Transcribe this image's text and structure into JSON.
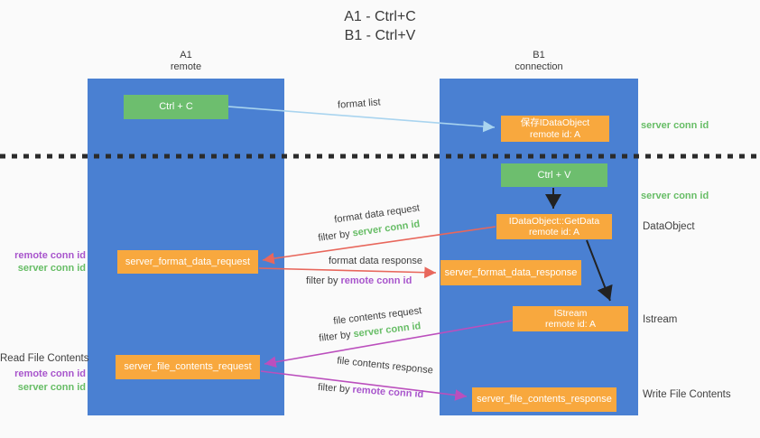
{
  "title": {
    "line1": "A1 - Ctrl+C",
    "line2": "B1 - Ctrl+V"
  },
  "lanes": {
    "left": {
      "name": "A1",
      "subtitle": "remote"
    },
    "right": {
      "name": "B1",
      "subtitle": "connection"
    }
  },
  "nodes": {
    "ctrl_c": {
      "label": "Ctrl + C"
    },
    "ctrl_v": {
      "label": "Ctrl + V"
    },
    "save_idataobject": {
      "line1": "保存IDataObject",
      "line2": "remote id: A"
    },
    "idataobject_getdata": {
      "line1": "IDataObject::GetData",
      "line2": "remote id: A"
    },
    "istream": {
      "line1": "IStream",
      "line2": "remote id: A"
    },
    "server_format_data_request": {
      "label": "server_format_data_request"
    },
    "server_format_data_response": {
      "label": "server_format_data_response"
    },
    "server_file_contents_request": {
      "label": "server_file_contents_request"
    },
    "server_file_contents_response": {
      "label": "server_file_contents_response"
    }
  },
  "arrow_labels": {
    "format_list": "format list",
    "format_data_request": "format data request",
    "format_data_response": "format data response",
    "file_contents_request": "file contents request",
    "file_contents_response": "file contents response",
    "filter_by": "filter by",
    "server_conn_id": "server conn id",
    "remote_conn_id": "remote conn id"
  },
  "side_labels": {
    "left": {
      "remote_conn_id_1": "remote conn id",
      "server_conn_id_1": "server conn id",
      "read_file_contents": "Read File Contents",
      "remote_conn_id_2": "remote conn id",
      "server_conn_id_2": "server conn id"
    },
    "right": {
      "server_conn_id_1": "server conn id",
      "server_conn_id_2": "server conn id",
      "dataobject": "DataObject",
      "istream": "Istream",
      "write_file_contents": "Write File Contents"
    }
  },
  "colors": {
    "background": "#fafafa",
    "lane_blue": "#4a80d2",
    "box_green": "#6dbe6e",
    "box_orange": "#f8a83e",
    "arrow_lightblue": "#a9d4ef",
    "arrow_red": "#e8675c",
    "arrow_magenta": "#bb4fbd",
    "arrow_black": "#222222",
    "text_green": "#67bd66",
    "text_purple": "#a855cc"
  }
}
